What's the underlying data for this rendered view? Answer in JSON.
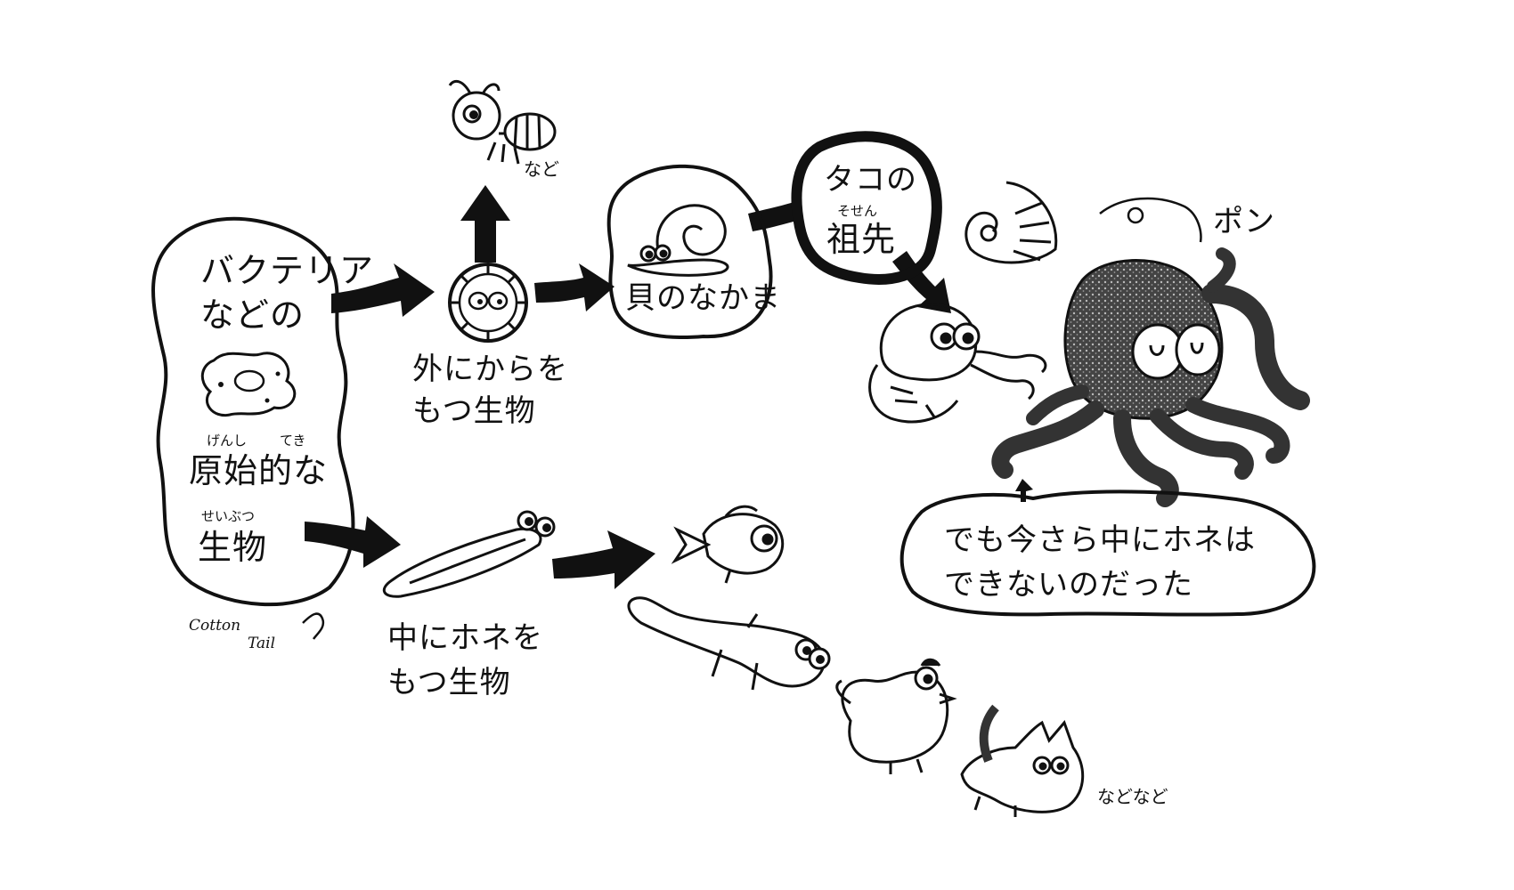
{
  "primitive": {
    "line1": "バクテリア",
    "line2": "などの",
    "ruby_genshi": "げんし",
    "ruby_teki": "てき",
    "line3": "原始的な",
    "ruby_seibutsu": "せいぶつ",
    "line4": "生物"
  },
  "shell_outside": {
    "line1": "外にからを",
    "line2": "もつ生物"
  },
  "insects_etc": "など",
  "shellfish": "貝のなかま",
  "octopus_ancestor": {
    "line1": "タコの",
    "ruby": "そせん",
    "line2": "祖先"
  },
  "pon_sound": "ポン",
  "bone_inside": {
    "line1": "中にホネを",
    "line2": "もつ生物"
  },
  "speech": {
    "line1": "でも今さら中にホネは",
    "line2": "できないのだった"
  },
  "etc_etc": "などなど",
  "signature": {
    "line1": "Cotton",
    "line2": "Tail"
  }
}
